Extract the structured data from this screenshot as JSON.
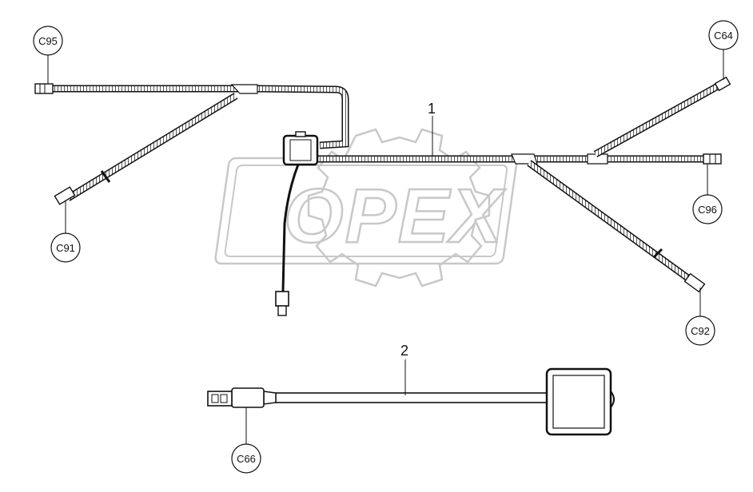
{
  "watermark": {
    "text": "OPEX",
    "color": "#c8c8c8"
  },
  "callouts": {
    "item1": "1",
    "item2": "2"
  },
  "connectors": {
    "c95": "C95",
    "c64": "C64",
    "c91": "C91",
    "c96": "C96",
    "c92": "C92",
    "c66": "C66"
  },
  "colors": {
    "line": "#111111",
    "background": "#ffffff"
  }
}
